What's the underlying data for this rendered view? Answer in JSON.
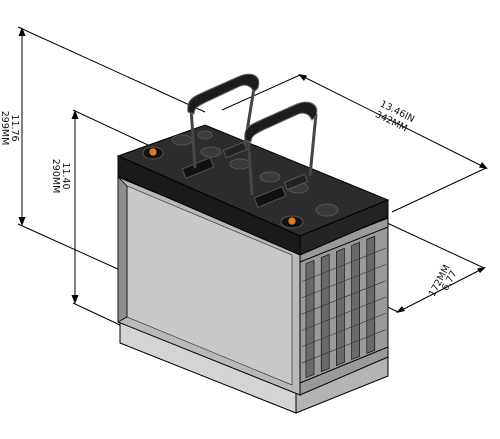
{
  "colors": {
    "lid": "#2c2c2c",
    "lid_dark": "#1a1a1a",
    "case_front": "#b9b9b9",
    "case_panel": "#c8c8c8",
    "case_side": "#9a9a9a",
    "base": "#d4d4d4",
    "terminal": "#e07a1f",
    "line": "#000000"
  },
  "dimensions": {
    "overall_height": {
      "inches": "11.76",
      "mm": "299MM"
    },
    "case_height": {
      "inches": "11.40",
      "mm": "290MM"
    },
    "length": {
      "inches": "13.46IN",
      "mm": "342MM"
    },
    "width": {
      "inches": "6.77",
      "mm": "172MM"
    }
  }
}
